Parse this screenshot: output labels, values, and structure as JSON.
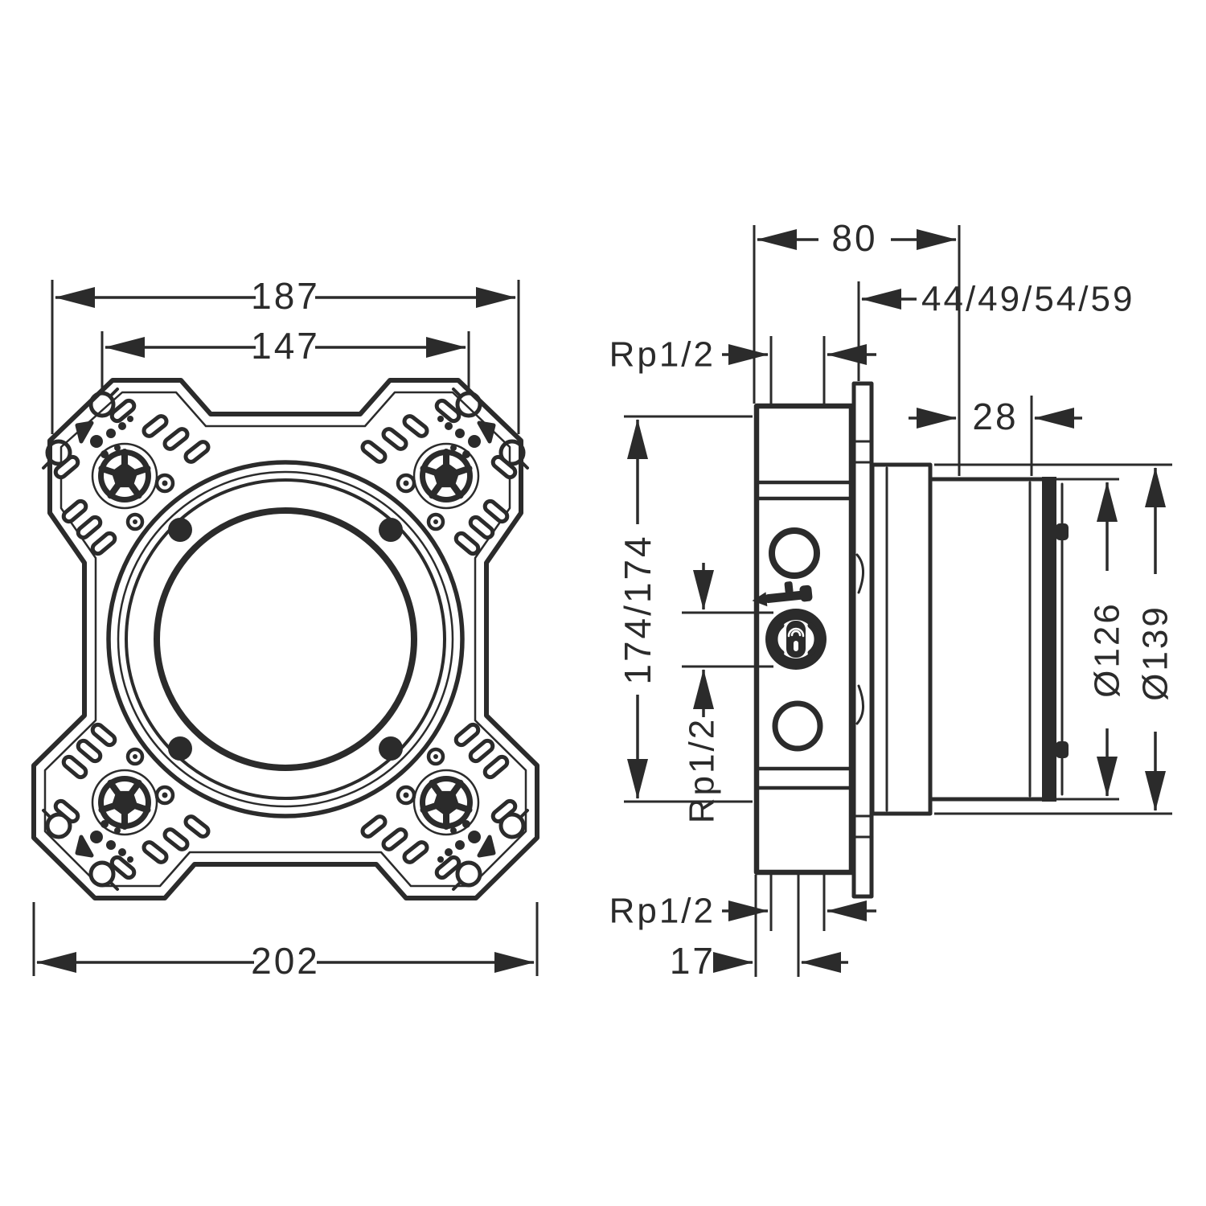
{
  "drawing": {
    "description": "Technical dimension drawing of a concealed installation basic set (front view of mounting plate and side sectional view)",
    "front_view": {
      "width_top_outer": "187",
      "width_top_inner": "147",
      "width_bottom": "202"
    },
    "side_view": {
      "depth_total": "80",
      "finish_depth_options": "44/49/54/59",
      "thread_top": "Rp1/2",
      "collar_depth": "28",
      "height_span": "174/174",
      "thread_middle": "Rp1/2",
      "diameter_inner": "Ø126",
      "diameter_outer": "Ø139",
      "thread_bottom": "Rp1/2",
      "offset_bottom": "17"
    },
    "colors": {
      "line": "#2b2b2b",
      "background": "#ffffff"
    }
  }
}
